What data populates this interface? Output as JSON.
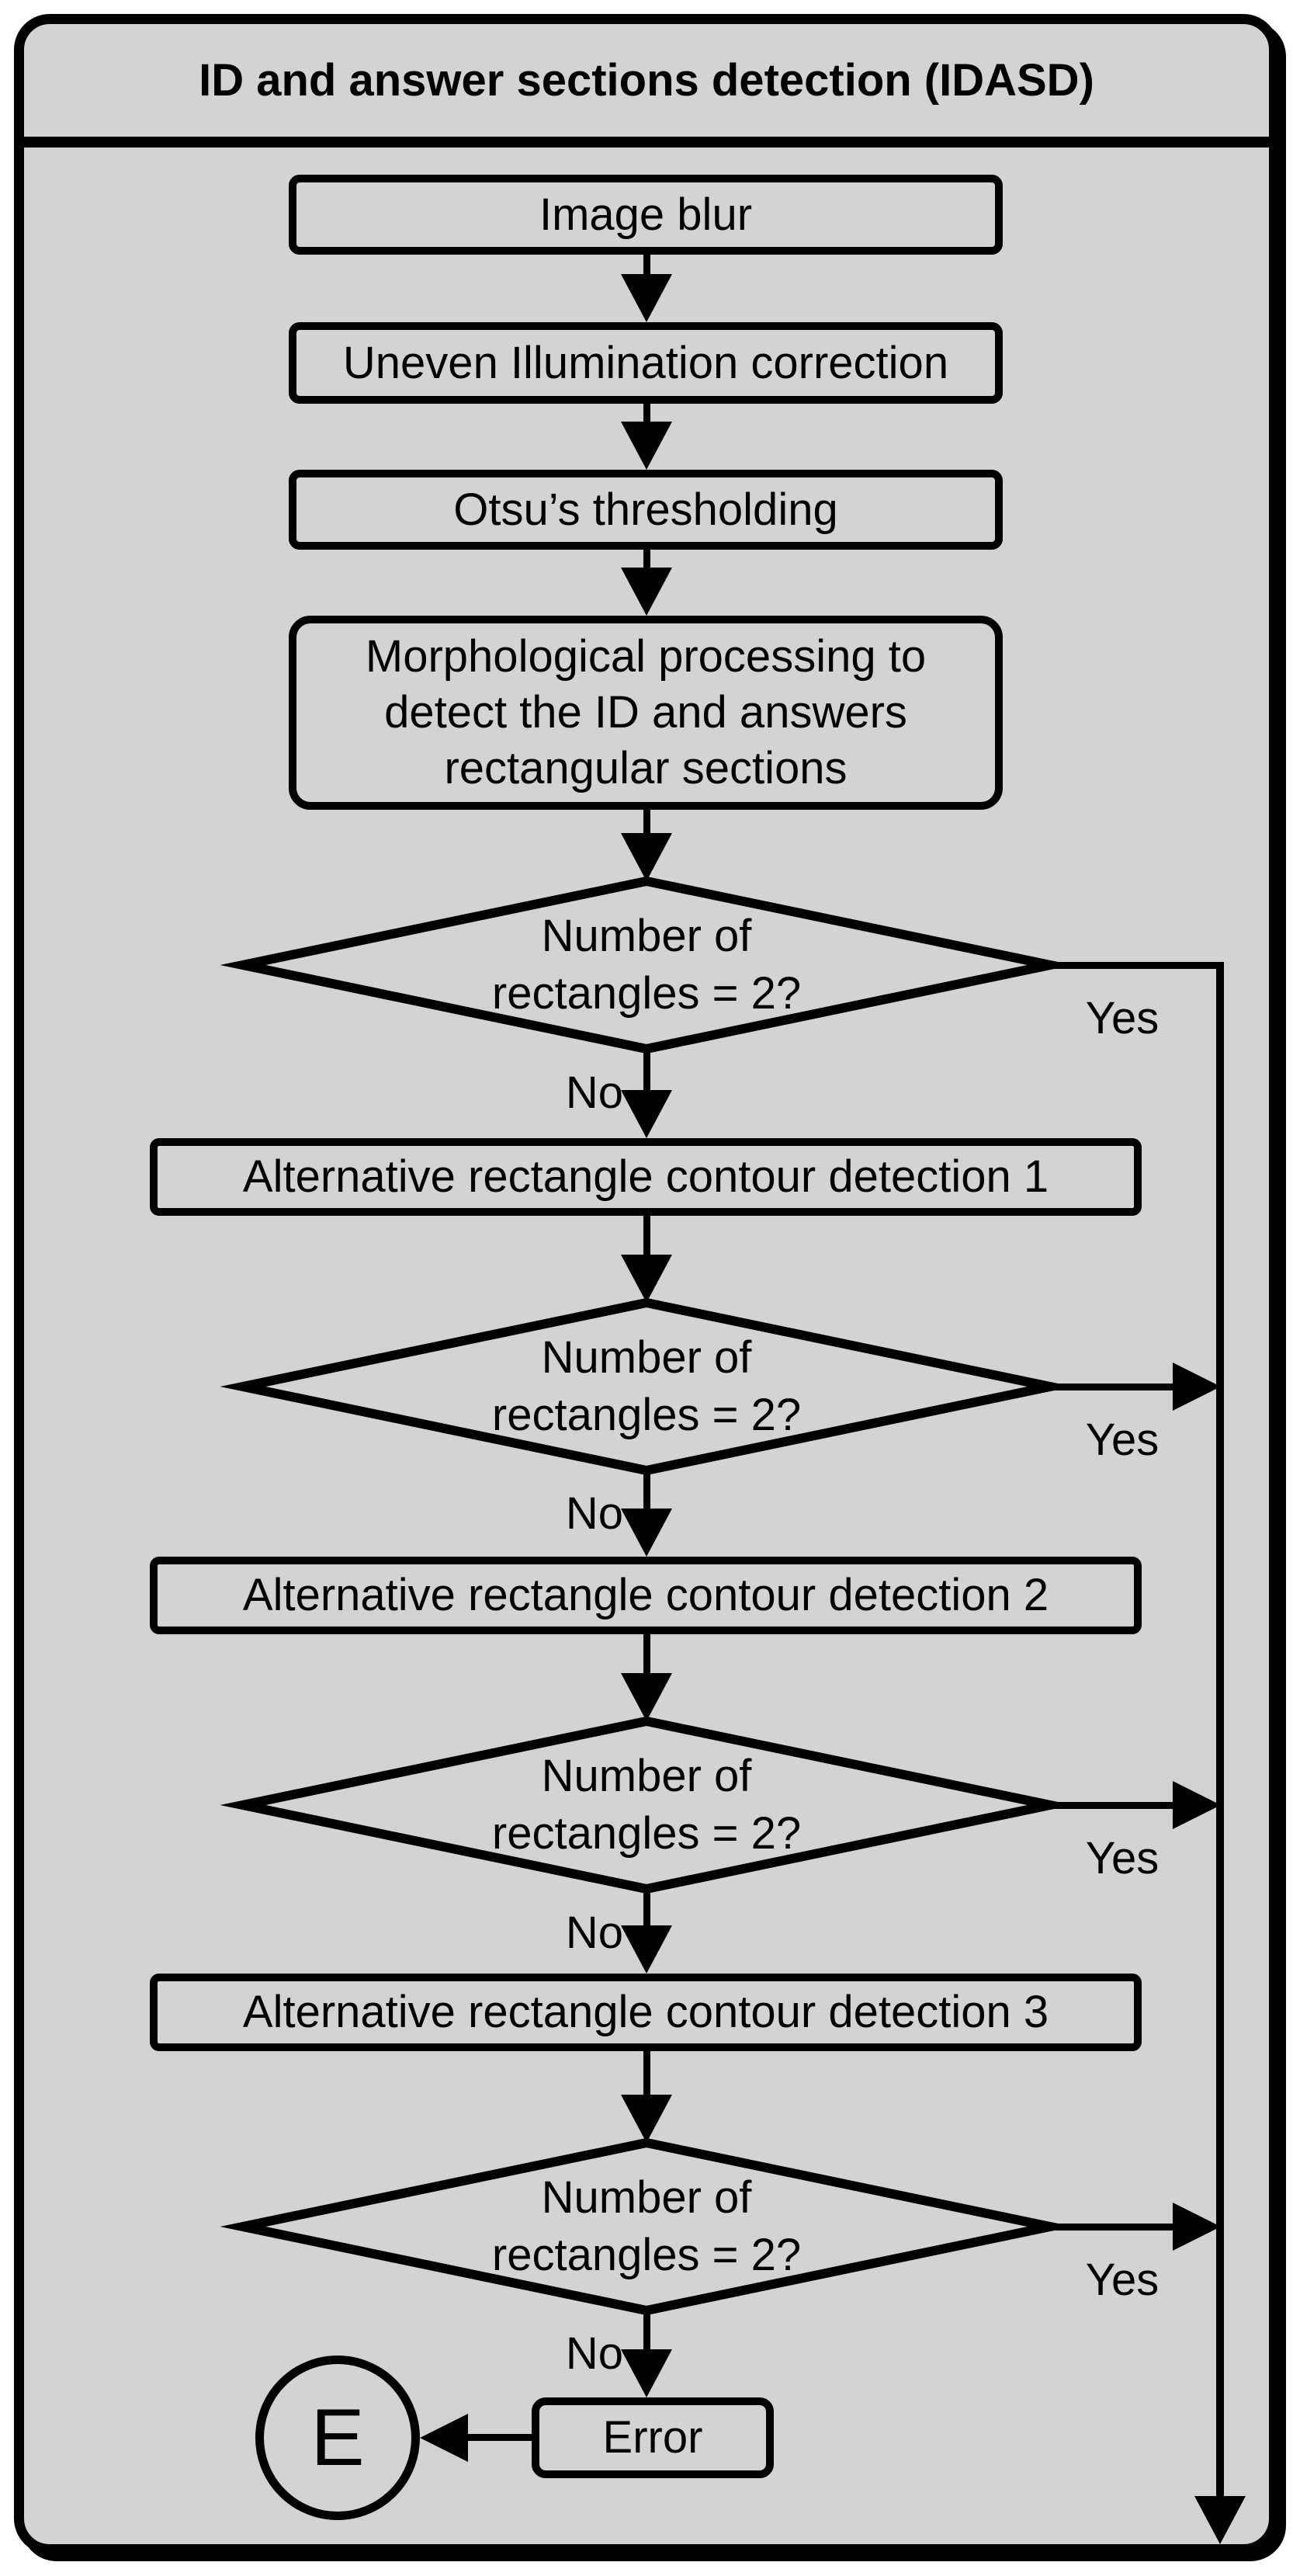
{
  "diagram": {
    "title": "ID and answer sections detection (IDASD)",
    "colors": {
      "fill": "#d3d3d3",
      "line": "#000000",
      "page_background": "#ffffff"
    },
    "flow": {
      "step1": "Image blur",
      "step2": "Uneven Illumination correction",
      "step3": "Otsu’s thresholding",
      "step4": "Morphological processing to\ndetect the ID and answers\nrectangular sections",
      "decision": "Number of\nrectangles = 2?",
      "alt1": "Alternative rectangle contour detection 1",
      "alt2": "Alternative rectangle contour detection 2",
      "alt3": "Alternative rectangle contour detection 3",
      "error": "Error",
      "end_terminator": "E",
      "yes": "Yes",
      "no": "No"
    }
  }
}
